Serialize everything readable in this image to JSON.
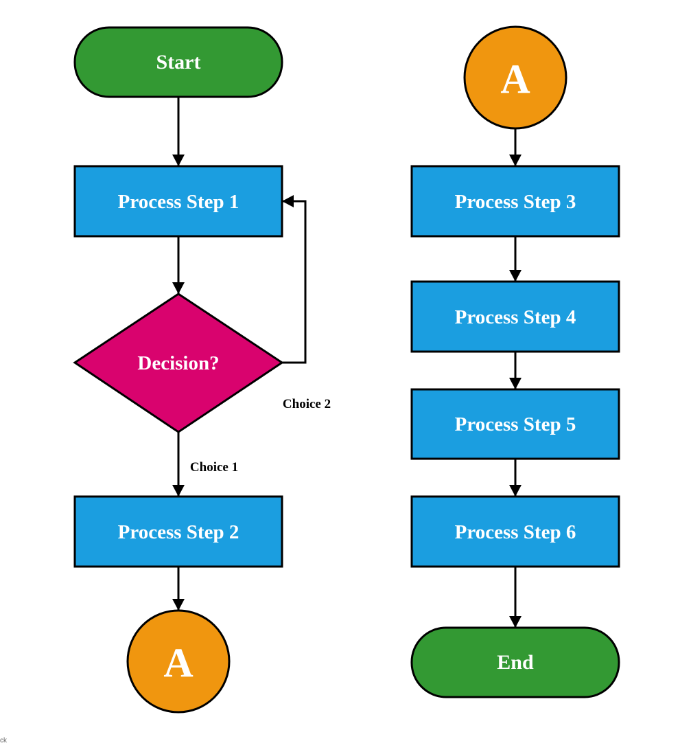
{
  "nodes": {
    "start": "Start",
    "process_step_1": "Process Step 1",
    "decision": "Decision?",
    "process_step_2": "Process Step 2",
    "connector_out": "A",
    "connector_in": "A",
    "process_step_3": "Process Step 3",
    "process_step_4": "Process Step 4",
    "process_step_5": "Process Step 5",
    "process_step_6": "Process Step 6",
    "end": "End"
  },
  "edges": {
    "choice_1": "Choice 1",
    "choice_2": "Choice 2"
  },
  "footer": {
    "corner_text": "ck"
  },
  "colors": {
    "terminal": "#339933",
    "process": "#1b9ee0",
    "decision": "#d9036e",
    "connector": "#f0960f",
    "stroke": "#000000"
  }
}
